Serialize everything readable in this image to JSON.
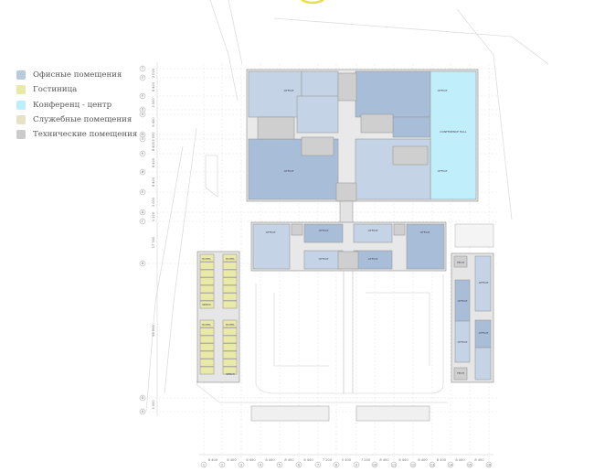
{
  "legend": [
    {
      "label": "Офисные помещения",
      "color": "#b9cadf"
    },
    {
      "label": "Гостиница",
      "color": "#e8e9a6"
    },
    {
      "label": "Конференц - центр",
      "color": "#bdeefb"
    },
    {
      "label": "Служебные помещения",
      "color": "#e5e2c5"
    },
    {
      "label": "Технические помещения",
      "color": "#cbcbcb"
    }
  ],
  "colors": {
    "office_light": "#c4d3e6",
    "office_dark": "#a8bdd8",
    "conference": "#c0eefb",
    "hotel": "#eaeaa8",
    "technical": "#cfcfcf",
    "wall": "#8a8a8a",
    "site_lines": "#dddddd",
    "accent_arc": "#e8e04a"
  },
  "room_labels": {
    "office": "OFFICE",
    "hotel": "HOTEL",
    "service": "SERVC",
    "technical": "TECH",
    "conference": "CONFERENCE HALL"
  },
  "grid": {
    "columns": [
      "1",
      "2",
      "3",
      "4",
      "5",
      "6",
      "7",
      "8",
      "9",
      "10",
      "11",
      "12",
      "13",
      "14",
      "15",
      "16"
    ],
    "column_spacings": [
      "8 400",
      "8 400",
      "8 400",
      "8 400",
      "8 400",
      "8 400",
      "7 200",
      "5 400",
      "7 200",
      "8 400",
      "8 400",
      "8 400",
      "8 400",
      "8 400",
      "8 400"
    ],
    "rows": [
      "Т",
      "С",
      "Р",
      "П",
      "Н",
      "М",
      "Л",
      "К",
      "И",
      "Е",
      "Д",
      "Г",
      "В",
      "Б",
      "А"
    ],
    "row_spacings": [
      "2 000",
      "6 400",
      "3 000",
      "6 400",
      "3 000",
      "8 400",
      "8 400",
      "8 400",
      "3 000",
      "1 200",
      "17 300",
      "65 000",
      "3 000"
    ]
  }
}
